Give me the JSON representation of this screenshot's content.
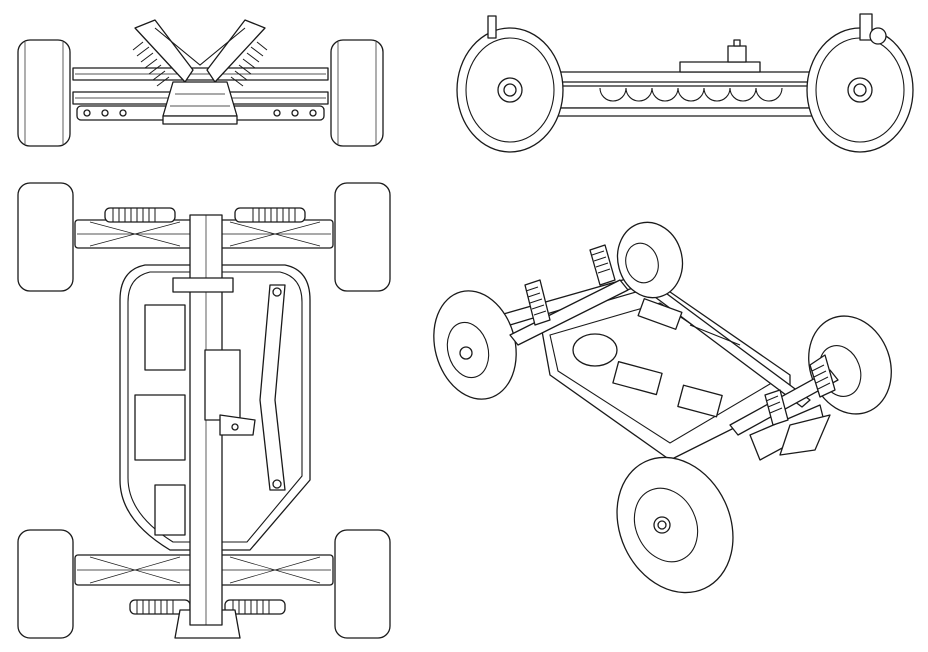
{
  "drawing": {
    "subject": "",
    "views": [
      {
        "id": "front",
        "label": ""
      },
      {
        "id": "side",
        "label": ""
      },
      {
        "id": "top",
        "label": ""
      },
      {
        "id": "iso",
        "label": ""
      }
    ]
  },
  "colors": {
    "line": "#1a1a1a",
    "background": "#ffffff"
  }
}
